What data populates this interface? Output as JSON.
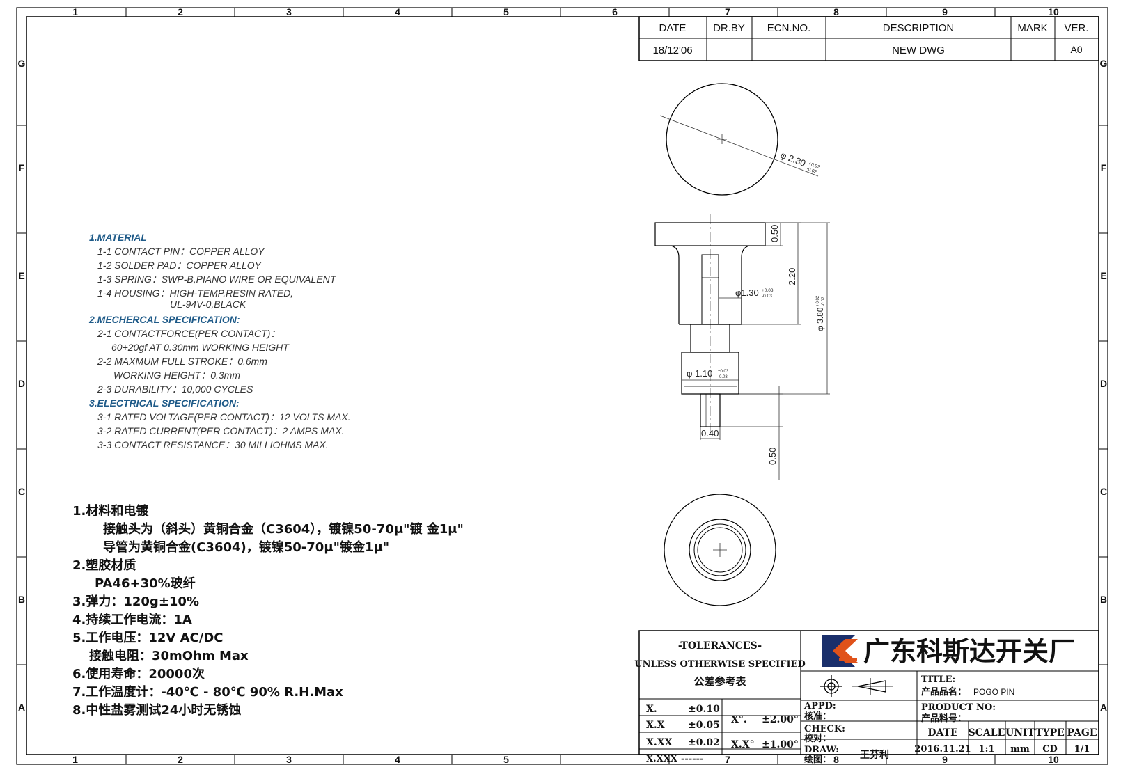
{
  "border": {
    "col_numbers": [
      "1",
      "2",
      "3",
      "4",
      "5",
      "6",
      "7",
      "8",
      "9",
      "10"
    ],
    "row_letters": [
      "G",
      "F",
      "E",
      "D",
      "C",
      "B",
      "A"
    ],
    "bottom_col_numbers": [
      "1",
      "2",
      "3",
      "4",
      "5",
      "7",
      "8",
      "9",
      "10"
    ]
  },
  "revision_table": {
    "headers": [
      "DATE",
      "DR.BY",
      "ECN.NO.",
      "DESCRIPTION",
      "MARK",
      "VER."
    ],
    "row": [
      "18/12'06",
      "",
      "",
      "NEW  DWG",
      "",
      "A0"
    ]
  },
  "dimensions": {
    "top_dia": "φ 2.30",
    "top_dia_tol_plus": "+0.02",
    "top_dia_tol_minus": "-0.02",
    "head_height": "0.50",
    "body_height": "2.20",
    "body_dia": "φ1.30",
    "body_dia_tol_plus": "+0.03",
    "body_dia_tol_minus": "-0.03",
    "total_dia": "φ 3.80",
    "total_dia_tol_plus": "+0.02",
    "total_dia_tol_minus": "-0.02",
    "tip_dia": "φ 1.10",
    "tip_dia_tol_plus": "+0.03",
    "tip_dia_tol_minus": "-0.03",
    "pin_width": "0.40",
    "pin_length": "0.50"
  },
  "spec_en": {
    "h1": "1.MATERIAL",
    "l1_1": "1-1 CONTACT PIN：COPPER ALLOY",
    "l1_2": "1-2 SOLDER PAD：COPPER ALLOY",
    "l1_3": "1-3 SPRING：SWP-B,PIANO WIRE OR EQUIVALENT",
    "l1_4a": "1-4 HOUSING：HIGH-TEMP.RESIN RATED,",
    "l1_4b": "UL-94V-0,BLACK",
    "h2": "2.MECHERCAL SPECIFICATION:",
    "l2_1a": "2-1 CONTACTFORCE(PER CONTACT)：",
    "l2_1b": "60+20gf AT 0.30mm WORKING HEIGHT",
    "l2_2a": "2-2 MAXMUM FULL STROKE：0.6mm",
    "l2_2b": "WORKING HEIGHT：0.3mm",
    "l2_3": "2-3 DURABILITY：10,000 CYCLES",
    "h3": "3.ELECTRICAL SPECIFICATION:",
    "l3_1": "3-1 RATED VOLTAGE(PER CONTACT)：12 VOLTS MAX.",
    "l3_2": "3-2 RATED CURRENT(PER CONTACT)：2 AMPS MAX.",
    "l3_3": "3-3 CONTACT RESISTANCE：30 MILLIOHMS MAX."
  },
  "spec_cn": {
    "c1": "1.材料和电镀",
    "c1a": "接触头为（斜头）黄铜合金（C3604），镀镍50-70μ\"镀 金1μ\"",
    "c1b": "导管为黄铜合金(C3604)，镀镍50-70μ\"镀金1μ\"",
    "c2": "2.塑胶材质",
    "c2a": "PA46+30%玻纤",
    "c3": "3.弹力：120g±10%",
    "c4": "4.持续工作电流：1A",
    "c5": "5.工作电压：12V AC/DC",
    "c5a": "接触电阻：30mOhm Max",
    "c6": "6.使用寿命：20000次",
    "c7": "7.工作温度计：-40℃ - 80℃  90% R.H.Max",
    "c8": "8.中性盐雾测试24小时无锈蚀"
  },
  "title_block": {
    "tol_title": "-TOLERANCES-",
    "tol_sub": "UNLESS OTHERWISE SPECIFIED",
    "tol_cn": "公差参考表",
    "tol_rows": [
      {
        "k": "X.",
        "v": "±0.10"
      },
      {
        "k": "X.X",
        "v": "±0.05"
      },
      {
        "k": "X.XX",
        "v": "±0.02"
      },
      {
        "k": "X.XXX",
        "v": "------"
      }
    ],
    "ang_rows": [
      {
        "k": "X°.",
        "v": "±2.00°"
      },
      {
        "k": "X.X°",
        "v": "±1.00°"
      }
    ],
    "company": "广东科斯达开关厂",
    "title_label": "TITLE:",
    "title_cn_label": "产品品名：",
    "title_value": "POGO  PIN",
    "product_no_label": "PRODUCT NO:",
    "product_no_cn": "产品料号：",
    "appd": "APPD:",
    "appd_cn": "核准：",
    "check": "CHECK:",
    "check_cn": "校对：",
    "draw": "DRAW:",
    "draw_cn": "绘图：",
    "draw_name": "王芬利",
    "info_headers": [
      "DATE",
      "SCALE",
      "UNIT",
      "TYPE",
      "PAGE"
    ],
    "info_values": [
      "2016.11.21",
      "1:1",
      "mm",
      "CD",
      "1/1"
    ]
  }
}
